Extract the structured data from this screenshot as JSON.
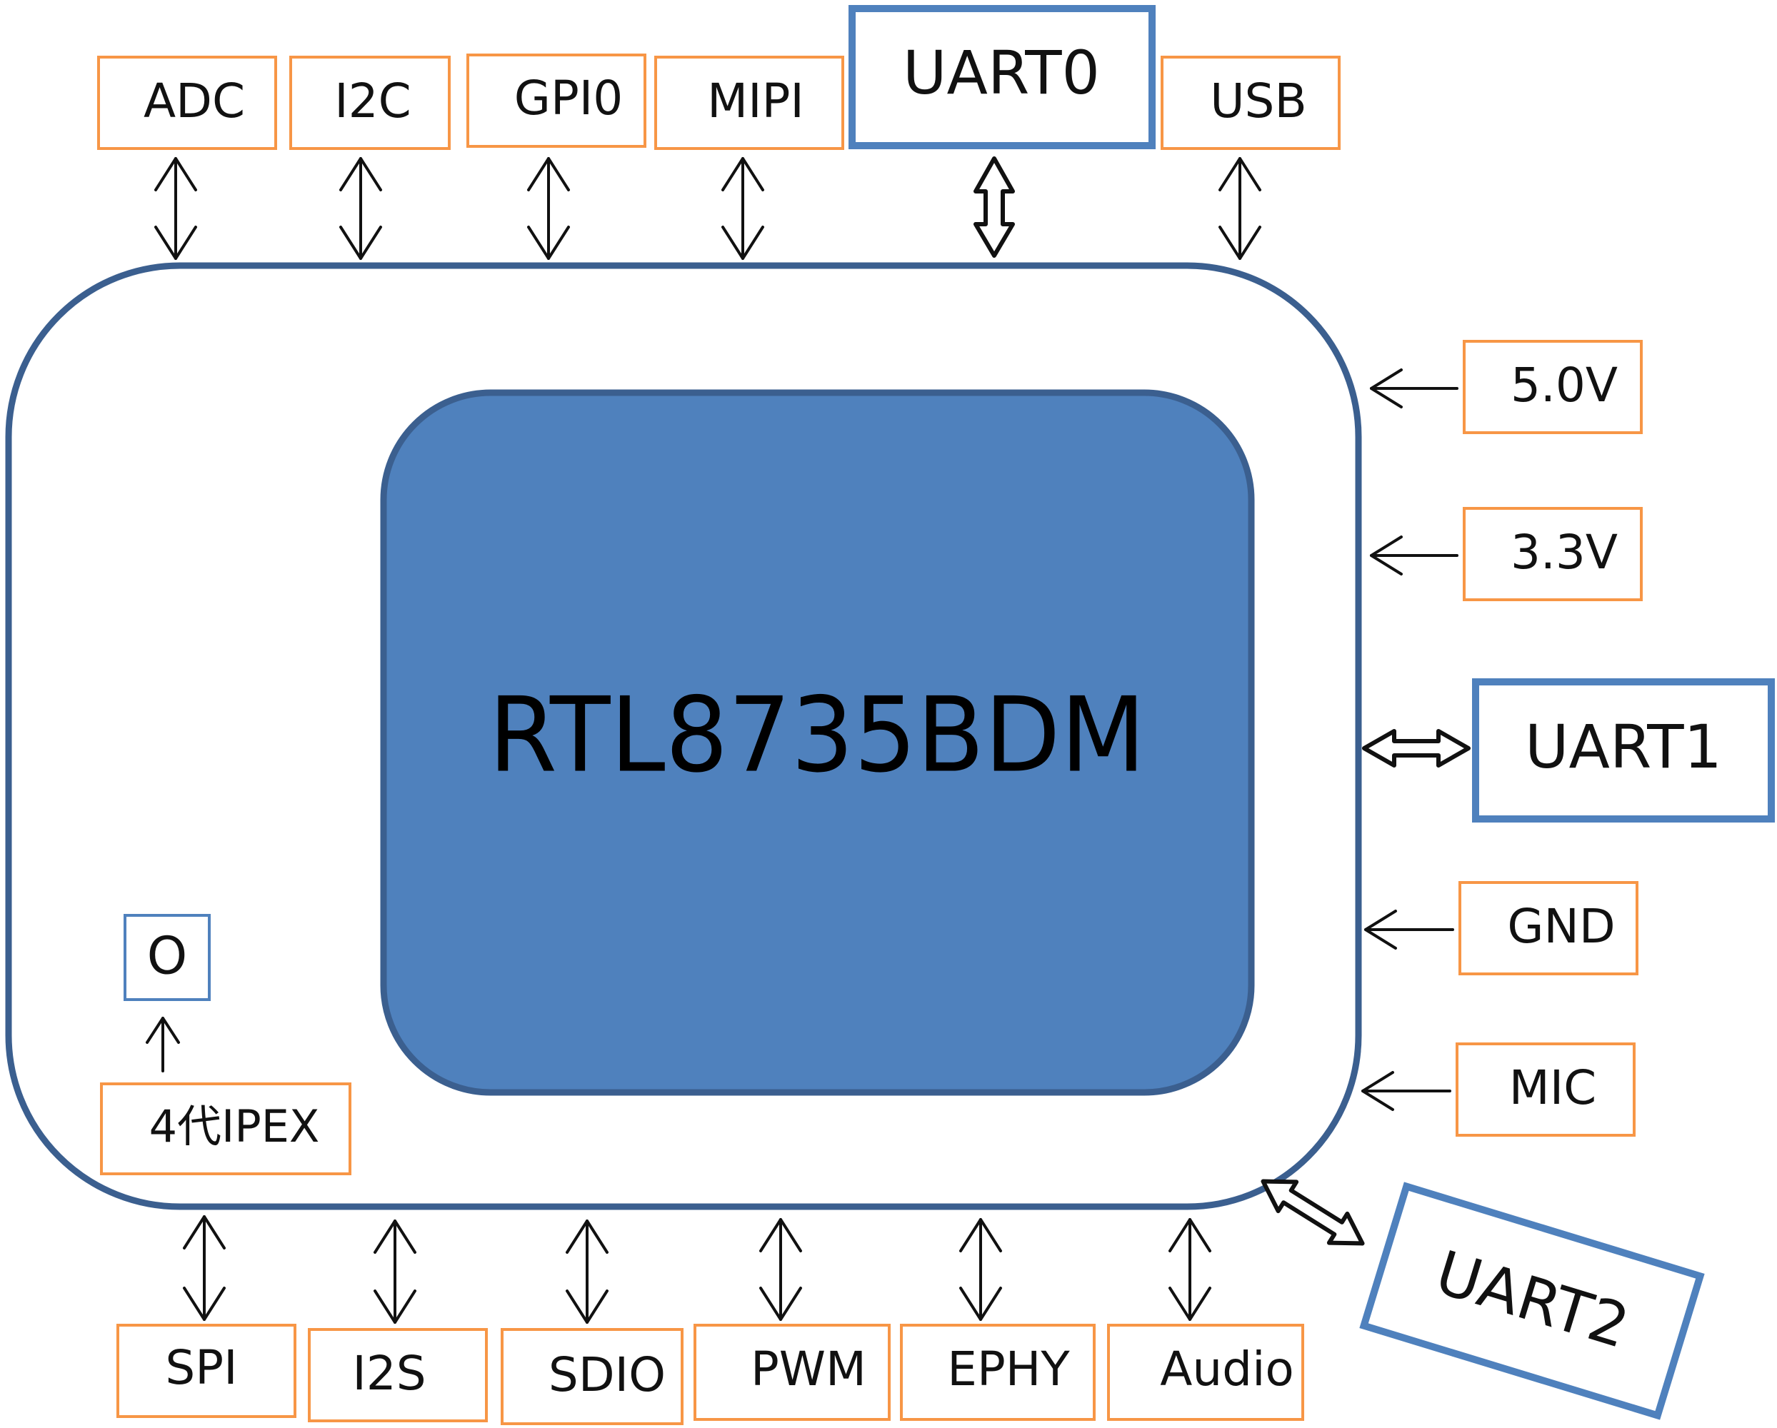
{
  "chip": {
    "name": "RTL8735BDM"
  },
  "top_ports": [
    "ADC",
    "I2C",
    "GPI0",
    "MIPI",
    "UART0",
    "USB"
  ],
  "right_ports": [
    "5.0V",
    "3.3V",
    "UART1",
    "GND",
    "MIC"
  ],
  "bottom_ports": [
    "SPI",
    "I2S",
    "SDIO",
    "PWM",
    "EPHY",
    "Audio"
  ],
  "corner_port": "UART2",
  "antenna": {
    "label": "4代IPEX",
    "connector_symbol": "O"
  },
  "colors": {
    "module_border": "#3b5f8f",
    "chip_fill": "#4f81bd",
    "chip_border": "#3b5f8f",
    "interface_border": "#f79646",
    "uart_border": "#4f81bd",
    "arrow": "#111111"
  }
}
